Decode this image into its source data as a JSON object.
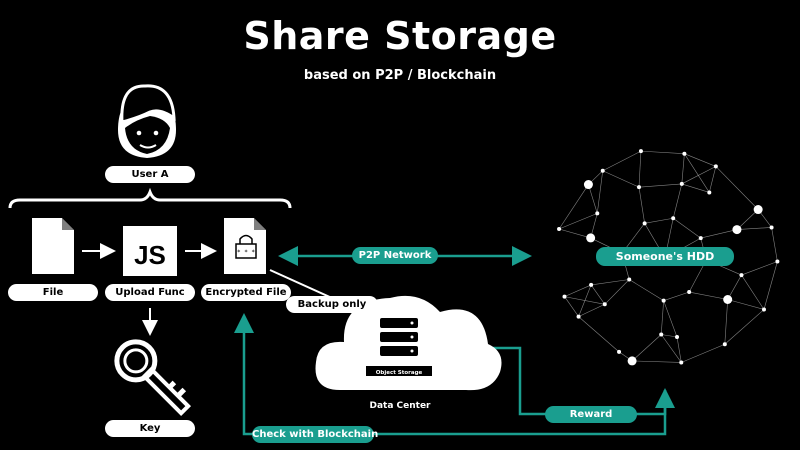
{
  "title": "Share Storage",
  "subtitle": "based on P2P / Blockchain",
  "labels": {
    "user": "User A",
    "file": "File",
    "upload_func": "Upload Func",
    "encrypted_file": "Encrypted File",
    "key": "Key",
    "backup_only": "Backup only",
    "p2p_network": "P2P Network",
    "someones_hdd": "Someone's HDD",
    "data_center": "Data Center",
    "object_storage": "Object Storage",
    "reward": "Reward",
    "check_blockchain": "Check with Blockchain",
    "js_icon_text": "JS"
  },
  "colors": {
    "background": "#000000",
    "accent": "#1a9e8f",
    "foreground": "#ffffff"
  },
  "icons": [
    "user-icon",
    "file-icon",
    "js-icon",
    "encrypted-file-icon",
    "key-icon",
    "cloud-icon",
    "server-icon",
    "network-globe-icon"
  ]
}
